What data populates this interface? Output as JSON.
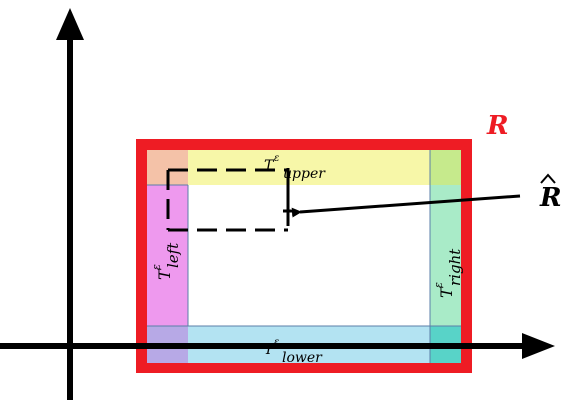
{
  "labels": {
    "R": "R",
    "R_hat": "R",
    "T": "T",
    "epsilon": "ε",
    "upper": "upper",
    "lower": "lower",
    "left": "left",
    "right": "right"
  },
  "colors": {
    "background": "#ffffff",
    "axis": "#000000",
    "outer_border": "#ee1c24",
    "label_R": "#ee1c24",
    "upper_band": "#f7f7a8",
    "lower_band": "#b3e3f2",
    "left_band": "#ee99ee",
    "right_band": "#a9ebc8",
    "corner_upper_left": "#f4c2a8",
    "corner_upper_right": "#c6ea8c",
    "corner_lower_left": "#b7a9e6",
    "corner_lower_right": "#58d3c8",
    "band_edge": "#5b7fa8",
    "dashed_box": "#000000"
  }
}
